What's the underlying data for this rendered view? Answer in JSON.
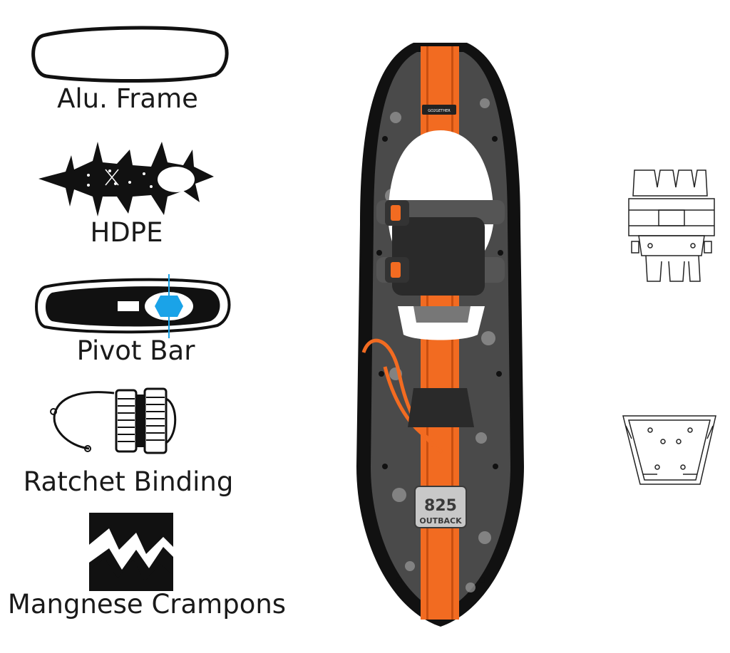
{
  "features": [
    {
      "label": "Alu. Frame",
      "icon": "frame-outline-icon"
    },
    {
      "label": "HDPE",
      "icon": "hdpe-deck-icon"
    },
    {
      "label": "Pivot Bar",
      "icon": "pivot-bar-icon"
    },
    {
      "label": "Ratchet Binding",
      "icon": "ratchet-binding-icon"
    },
    {
      "label": "Mangnese Crampons",
      "icon": "crampon-icon"
    }
  ],
  "snowshoe": {
    "brand": "GO2GETHER",
    "badge_number": "825",
    "badge_name": "OUTBACK"
  },
  "colors": {
    "accent_orange": "#f26b21",
    "pivot_blue": "#1aa3e8",
    "frame_black": "#111111",
    "deck_gray": "#4a4a4a"
  }
}
